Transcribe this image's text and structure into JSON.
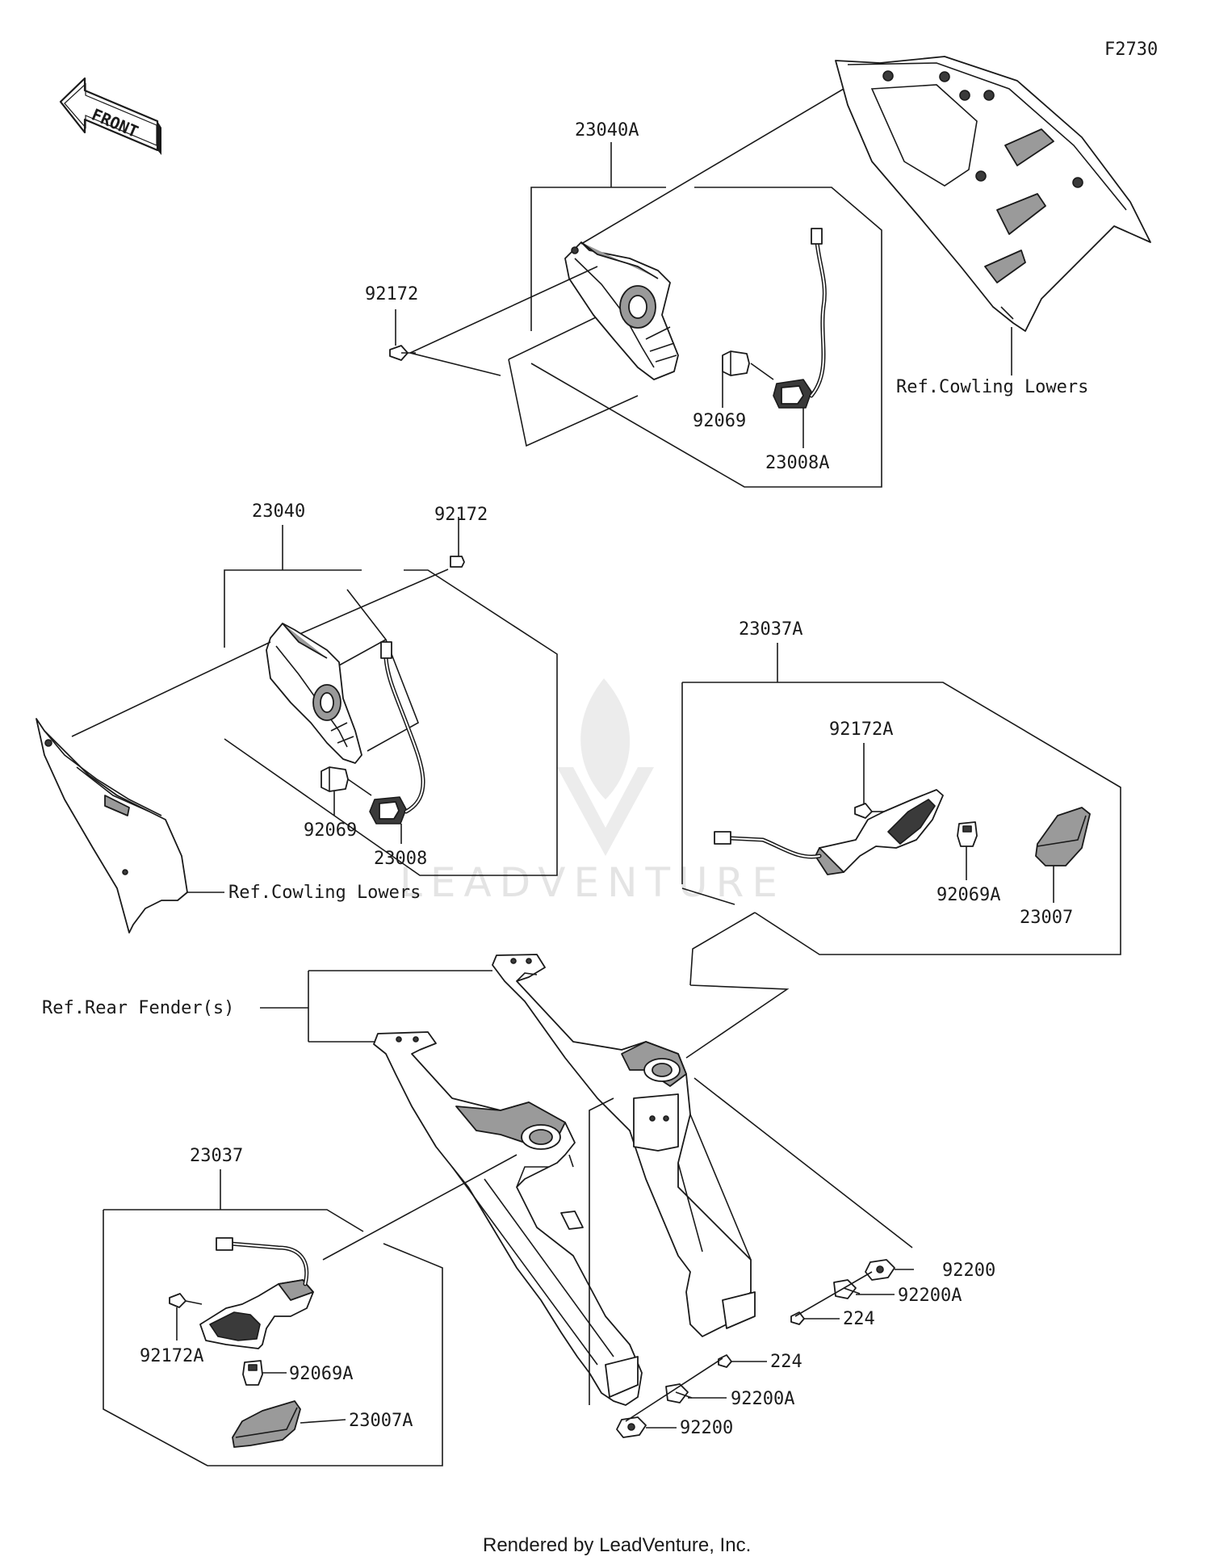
{
  "diagram_code": "F2730",
  "front_label": "FRONT",
  "labels": {
    "p23040A": "23040A",
    "p92172_top": "92172",
    "p92069_top": "92069",
    "p23008A": "23008A",
    "ref_cowling_lowers_top": "Ref.Cowling Lowers",
    "p92172_mid": "92172",
    "p23040": "23040",
    "p92069_mid": "92069",
    "p23008": "23008",
    "ref_cowling_lowers_left": "Ref.Cowling Lowers",
    "p23037A": "23037A",
    "p92172A_right": "92172A",
    "p92069A_right": "92069A",
    "p23007": "23007",
    "ref_rear_fender": "Ref.Rear Fender(s)",
    "p23037": "23037",
    "p92172A_left": "92172A",
    "p92069A_left": "92069A",
    "p23007A": "23007A",
    "p92200_right": "92200",
    "p92200A_right": "92200A",
    "p224_right": "224",
    "p224_left": "224",
    "p92200A_left": "92200A",
    "p92200_left": "92200"
  },
  "watermark": "LEADVENTURE",
  "footer": "Rendered by LeadVenture, Inc."
}
